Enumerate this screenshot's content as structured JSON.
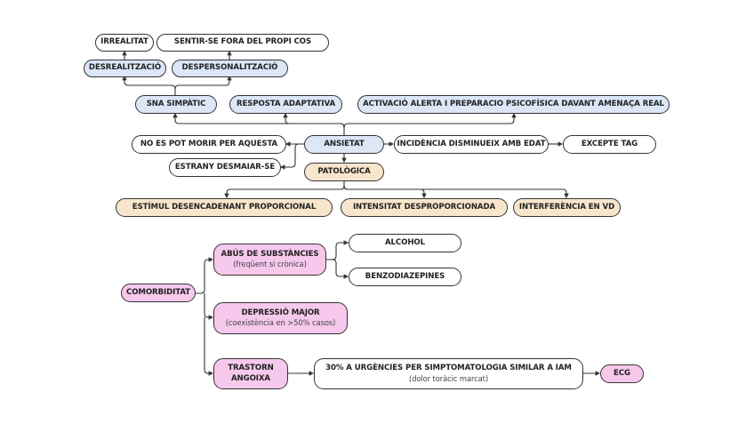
{
  "nodes": {
    "irrealitat": "IRREALITAT",
    "sentir": "SENTIR-SE FORA DEL PROPI COS",
    "desrealitzacio": "DESREALITZACIÓ",
    "despersonalitzacio": "DESPERSONALITZACIÓ",
    "sna": "SNA SIMPÀTIC",
    "resposta": "RESPOSTA ADAPTATIVA",
    "activacio": "ACTIVACIÓ ALERTA I PREPARACIO PSICOFÍSICA DAVANT AMENAÇA REAL",
    "ansietat": "ANSIETAT",
    "no_morir": "NO ES POT MORIR PER AQUESTA",
    "desmaiar": "ESTRANY DESMAIAR-SE",
    "incidencia": "INCIDÈNCIA DISMINUEIX AMB EDAT",
    "excepte": "EXCEPTE TAG",
    "patologica": "PATOLÒGICA",
    "estimul": "ESTÍMUL DESENCADENANT PROPORCIONAL",
    "intensitat": "INTENSITAT DESPROPORCIONADA",
    "interferencia": "INTERFERÈNCIA EN VD",
    "comorbiditat": "COMORBIDITAT",
    "abus": "ABÚS DE SUBSTÀNCIES",
    "abus_sub": "(freqüent si crònica)",
    "alcohol": "ALCOHOL",
    "benzo": "BENZODIAZEPINES",
    "depressio": "DEPRESSIÓ MAJOR",
    "depressio_sub": "(coexistència en >50% casos)",
    "trastorn": "TRASTORN",
    "trastorn2": "ANGOIXA",
    "urgencies": "30% A URGÈNCIES PER SIMPTOMATOLOGIA SIMILAR A IAM",
    "urgencies_sub": "(dolor toràcic marcat)",
    "ecg": "ECG"
  },
  "colors": {
    "blue": "#dbe6f7",
    "tan": "#f8e6cc",
    "pink": "#f6c8ec",
    "line": "#333333"
  }
}
